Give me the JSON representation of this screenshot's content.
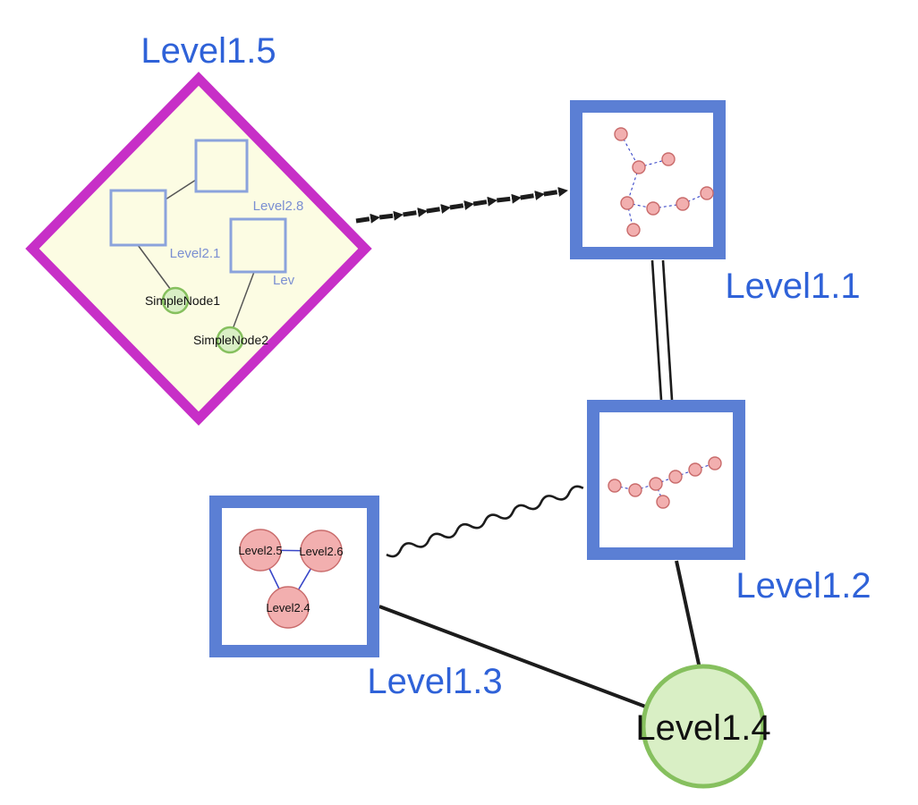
{
  "diagram": {
    "labels": {
      "level15": "Level1.5",
      "level11": "Level1.1",
      "level12": "Level1.2",
      "level13": "Level1.3",
      "level14": "Level1.4",
      "level28": "Level2.8",
      "level21": "Level2.1",
      "lev": "Lev",
      "simplenode1": "SimpleNode1",
      "simplenode2": "SimpleNode2",
      "level25": "Level2.5",
      "level26": "Level2.6",
      "level24": "Level2.4"
    },
    "colors": {
      "label_blue": "#2f62d8",
      "inner_label_blue": "#7b8fd2",
      "group_border_blue": "#5b7fd4",
      "inner_square_border": "#8ba3dc",
      "diamond_magenta": "#c72fc7",
      "pale_yellow": "#fcfce3",
      "green_fill": "#d9efc5",
      "green_border": "#86c05e",
      "pink_fill": "#f2afaf",
      "pink_border": "#c96b6b",
      "mini_edge_blue": "#3846c8",
      "edge_black": "#1c1c1c",
      "edge_gray": "#555555",
      "white": "#ffffff",
      "text_black": "#111111"
    },
    "structure": {
      "nodes": [
        {
          "id": "Level1.5",
          "shape": "diamond",
          "kind": "expanded-group",
          "children": [
            "Level2.8",
            "Level2.1",
            "Lev",
            "SimpleNode1",
            "SimpleNode2"
          ]
        },
        {
          "id": "Level1.1",
          "shape": "square",
          "kind": "group-preview"
        },
        {
          "id": "Level1.2",
          "shape": "square",
          "kind": "group-preview"
        },
        {
          "id": "Level1.3",
          "shape": "square",
          "kind": "group-preview",
          "children": [
            "Level2.5",
            "Level2.6",
            "Level2.4"
          ]
        },
        {
          "id": "Level1.4",
          "shape": "circle",
          "kind": "simple"
        }
      ],
      "edges": [
        {
          "from": "Level1.5",
          "to": "Level1.1",
          "style": "dashed-arrow-chain"
        },
        {
          "from": "Level1.1",
          "to": "Level1.2",
          "style": "double-line"
        },
        {
          "from": "Level1.3",
          "to": "Level1.2",
          "style": "wavy"
        },
        {
          "from": "Level1.3",
          "to": "Level1.4",
          "style": "solid"
        },
        {
          "from": "Level1.2",
          "to": "Level1.4",
          "style": "solid"
        }
      ],
      "inner_edges": [
        {
          "from": "Level2.8",
          "to": "Level2.1"
        },
        {
          "from": "Level2.1",
          "to": "SimpleNode1"
        },
        {
          "from": "Lev",
          "to": "SimpleNode2"
        },
        {
          "from": "Level2.5",
          "to": "Level2.6"
        },
        {
          "from": "Level2.5",
          "to": "Level2.4"
        },
        {
          "from": "Level2.6",
          "to": "Level2.4"
        }
      ]
    }
  }
}
